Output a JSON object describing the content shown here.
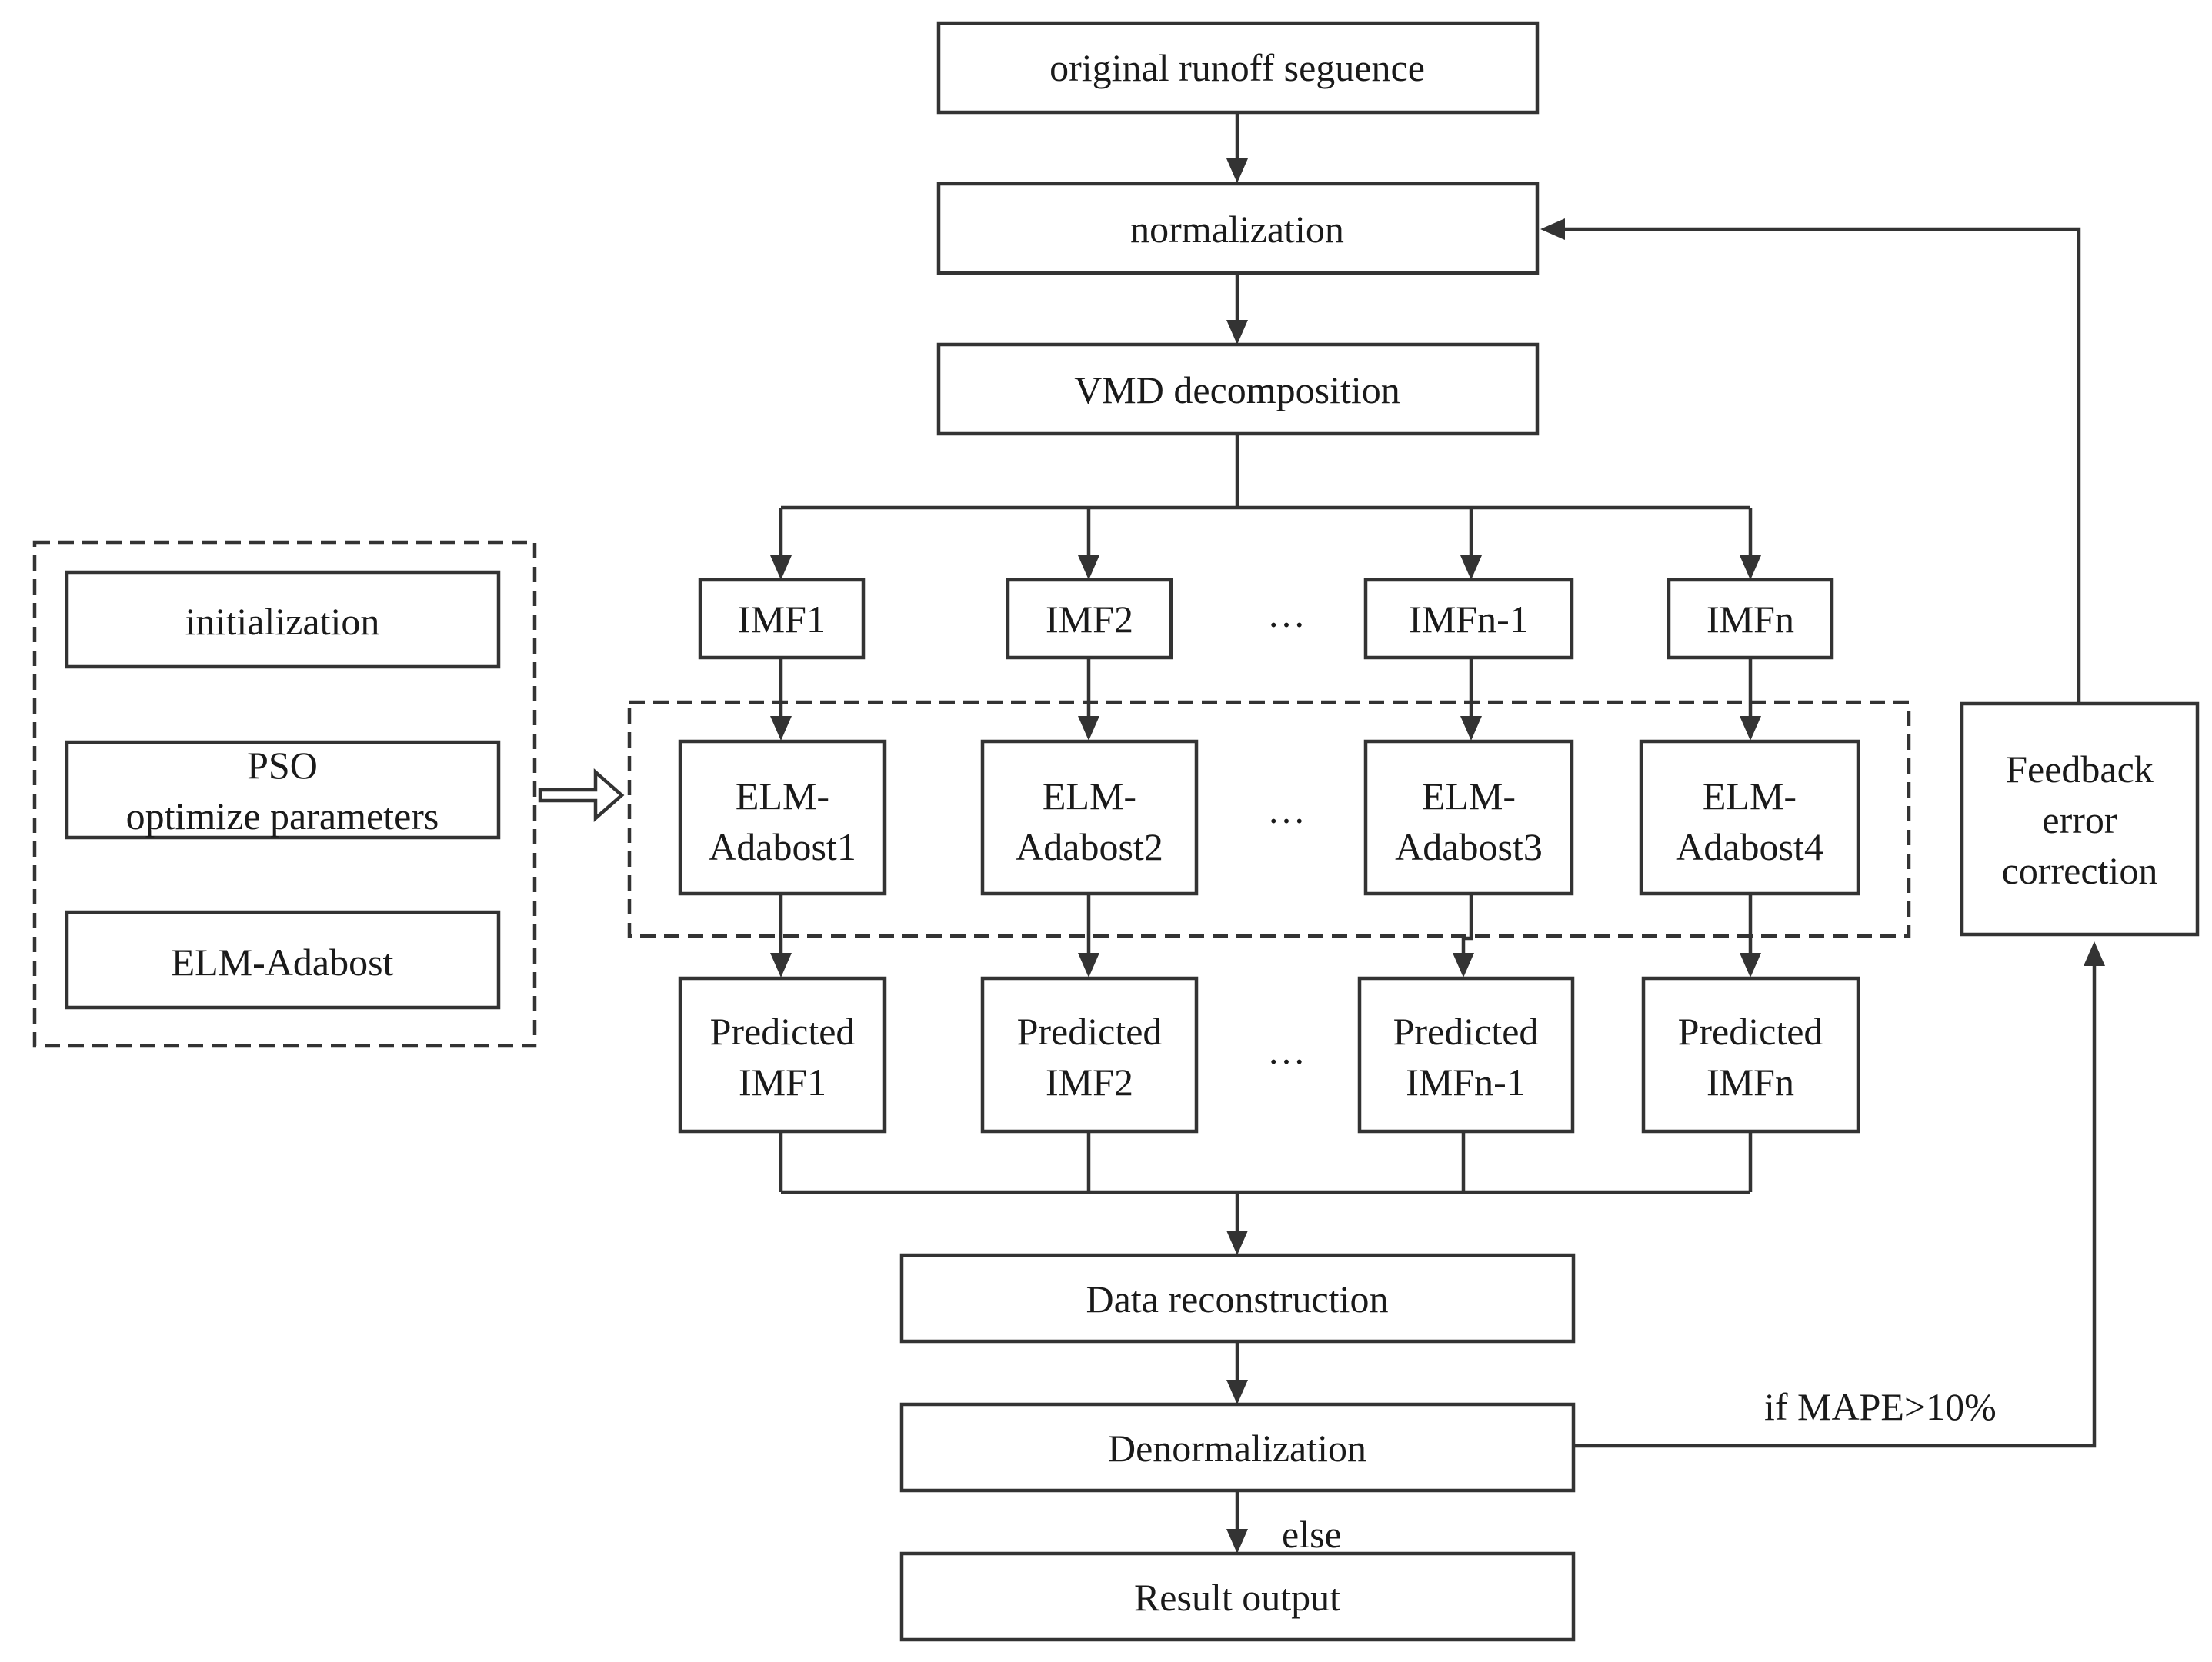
{
  "title_flow": {
    "original": "original runoff seguence",
    "normalization": "normalization",
    "vmd": "VMD decomposition",
    "reconstruction": "Data reconstruction",
    "denormalization": "Denormalization",
    "result": "Result output"
  },
  "imfs": [
    "IMF1",
    "IMF2",
    "IMFn-1",
    "IMFn"
  ],
  "models": [
    [
      "ELM-",
      "Adabost1"
    ],
    [
      "ELM-",
      "Adabost2"
    ],
    [
      "ELM-",
      "Adabost3"
    ],
    [
      "ELM-",
      "Adabost4"
    ]
  ],
  "predictions": [
    [
      "Predicted",
      "IMF1"
    ],
    [
      "Predicted",
      "IMF2"
    ],
    [
      "Predicted",
      "IMFn-1"
    ],
    [
      "Predicted",
      "IMFn"
    ]
  ],
  "ellipsis": "…",
  "pso_panel": {
    "init": "initialization",
    "pso_line1": "PSO",
    "pso_line2": "optimize parameters",
    "elm": "ELM-Adabost"
  },
  "feedback": [
    "Feedback",
    "error",
    "correction"
  ],
  "labels": {
    "condition": "if MAPE>10%",
    "else": "else"
  }
}
